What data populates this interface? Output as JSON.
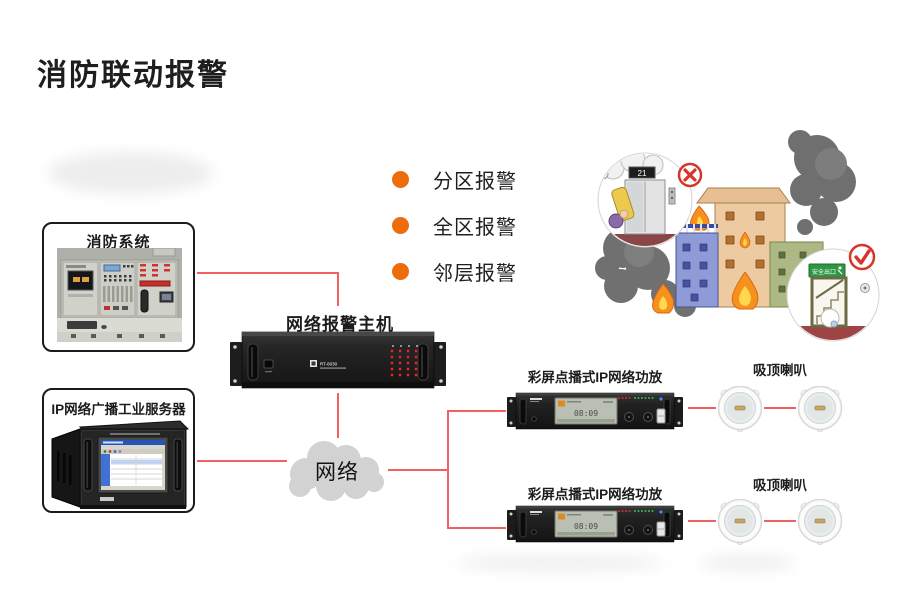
{
  "title": "消防联动报警",
  "features": [
    {
      "label": "分区报警"
    },
    {
      "label": "全区报警"
    },
    {
      "label": "邻层报警"
    }
  ],
  "nodes": {
    "fire_system": {
      "label": "消防系统"
    },
    "alarm_host": {
      "label": "网络报警主机",
      "model": "RT-8030"
    },
    "server": {
      "label": "IP网络广播工业服务器"
    },
    "network_cloud": {
      "label": "网络"
    },
    "amplifier_1": {
      "label": "彩屏点播式IP网络功放",
      "screen_time": "08:09"
    },
    "amplifier_2": {
      "label": "彩屏点播式IP网络功放",
      "screen_time": "08:09"
    },
    "speakers_1": {
      "label": "吸顶喇叭"
    },
    "speakers_2": {
      "label": "吸顶喇叭"
    }
  },
  "illustration": {
    "elevator_floor": "21",
    "exit_sign": "安全出口"
  },
  "colors": {
    "accent_orange": "#ED6C0C",
    "connector_red": "#F26161",
    "cloud_gray": "#D2D2D2"
  }
}
